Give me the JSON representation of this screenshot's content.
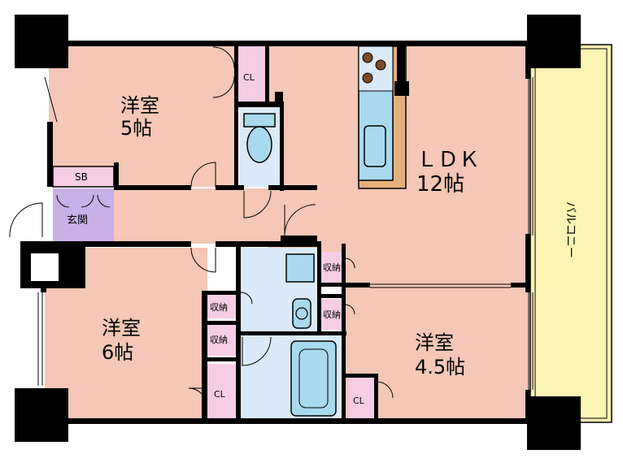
{
  "rooms": {
    "western_room_1": {
      "name": "洋室",
      "size": "5帖"
    },
    "ldk": {
      "name": "ＬＤＫ",
      "size": "12帖"
    },
    "western_room_2": {
      "name": "洋室",
      "size": "6帖"
    },
    "western_room_3": {
      "name": "洋室",
      "size": "4.5帖"
    },
    "entrance": {
      "name": "玄関"
    },
    "shoe_box": {
      "name": "SB"
    },
    "balcony": {
      "name": "バルコニー"
    }
  },
  "storage": {
    "cl_top": "CL",
    "cl_bottom_left": "CL",
    "cl_bottom_right": "CL",
    "storage_a": "収納",
    "storage_b": "収納",
    "storage_c": "収納",
    "storage_d": "収納"
  },
  "colors": {
    "room_pink": "#f4c7b6",
    "closet_pink": "#f7cde3",
    "wet_blue": "#dbeaf8",
    "fixture_blue": "#a9d9ee",
    "entrance_purple": "#c9b0e6",
    "balcony_yellow": "#fbf4b4",
    "counter_tan": "#e3b07d",
    "wall": "#000000"
  }
}
